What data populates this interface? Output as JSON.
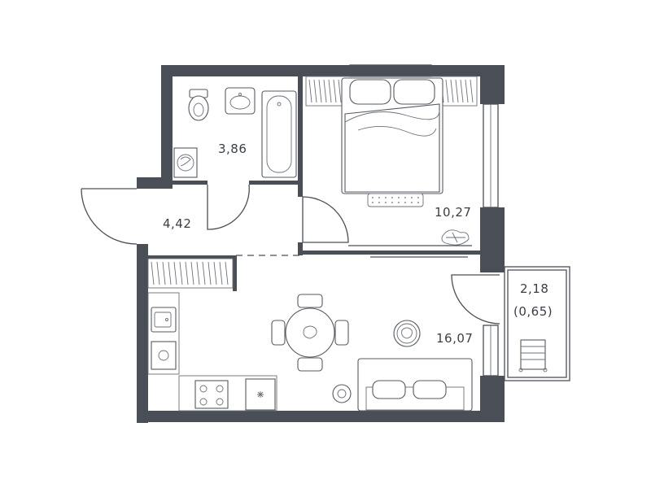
{
  "rooms": [
    {
      "id": "bathroom",
      "area": "3,86"
    },
    {
      "id": "hallway",
      "area": "4,42"
    },
    {
      "id": "bedroom",
      "area": "10,27"
    },
    {
      "id": "living-kitchen",
      "area": "16,07"
    },
    {
      "id": "balcony",
      "area": "2,18",
      "reduced_area": "(0,65)"
    }
  ],
  "colors": {
    "wall": "#4a4f57",
    "line": "#555a62",
    "background": "#ffffff"
  }
}
